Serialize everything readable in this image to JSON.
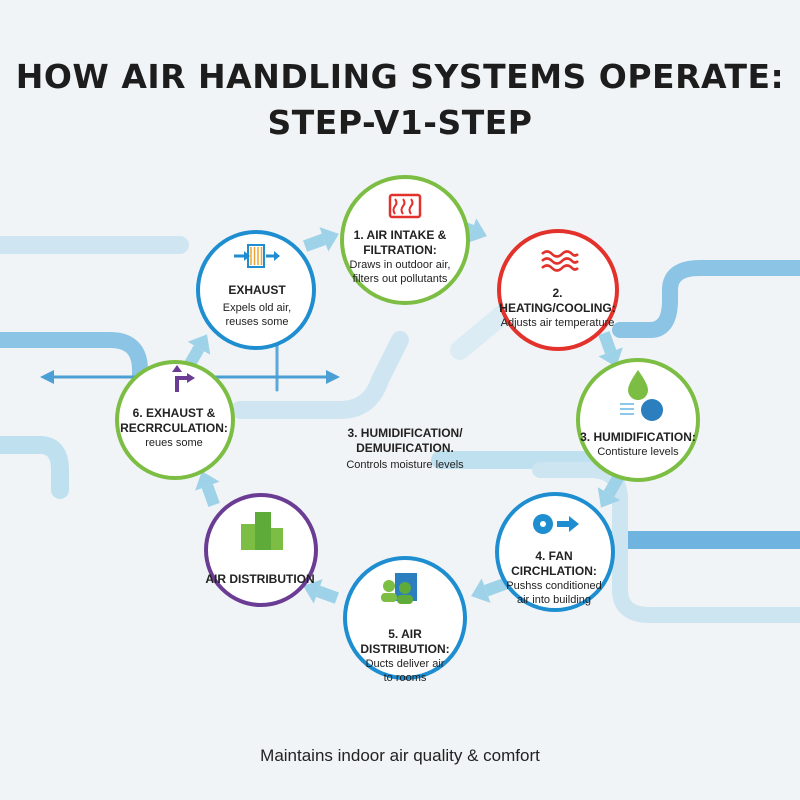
{
  "title": {
    "line1": "HOW AIR HANDLING SYSTEMS OPERATE:",
    "line2": "STEP-V1-STEP"
  },
  "footer": "Maintains indoor air quality & comfort",
  "colors": {
    "background": "#f1f4f6",
    "pipe": "#9fcde6",
    "pipe_dark": "#4b9fd4",
    "arrow": "#9ed2e8",
    "green": "#7cbd43",
    "blue": "#1e8ed1",
    "red": "#e2322b",
    "purple": "#6a3c94"
  },
  "steps": [
    {
      "id": "air-intake",
      "heading": "1. AIR INTAKE & FILTRATION:",
      "desc": [
        "Draws in outdoor air,",
        "filters out pollutants"
      ],
      "ring": "green",
      "icon": "filter-heat-icon"
    },
    {
      "id": "heating-cooling",
      "heading": "2. HEATING/COOLING:",
      "desc": [
        "Adjusts air temperature"
      ],
      "ring": "red",
      "icon": "heating-coil-icon"
    },
    {
      "id": "humidification-right",
      "heading": "3. HUMIDIFICATION:",
      "desc": [
        "Contisture levels"
      ],
      "ring": "green",
      "icon": "water-drop-fan-icon"
    },
    {
      "id": "fan-circulation",
      "heading": "4. FAN CIRCHLATION:",
      "desc": [
        "Pushss conditioned",
        "air into building"
      ],
      "ring": "blue",
      "icon": "fan-arrow-icon"
    },
    {
      "id": "air-distribution-5",
      "heading": "5. AIR DISTRIBUTION:",
      "desc": [
        "Ducts deliver air",
        "to rooms"
      ],
      "ring": "blue",
      "icon": "people-building-icon"
    },
    {
      "id": "air-distribution",
      "heading": "AIR DISTRIBUTION",
      "desc": [],
      "ring": "purple",
      "icon": "building-icon"
    },
    {
      "id": "exhaust-recirculation",
      "heading": "6. EXHAUST &",
      "heading2": "RECRRCULATION:",
      "desc": [
        "reues some"
      ],
      "ring": "green",
      "icon": "exhaust-arrow-icon"
    },
    {
      "id": "exhaust",
      "heading": "EXHAUST",
      "desc": [
        "Expels old air,",
        "reuses some"
      ],
      "ring": "blue",
      "icon": "filter-arrow-icon"
    }
  ],
  "center": {
    "heading1": "3. HUMIDIFICATION/",
    "heading2": "DEMUIFICATION.",
    "desc": "Controls moisture levels"
  }
}
